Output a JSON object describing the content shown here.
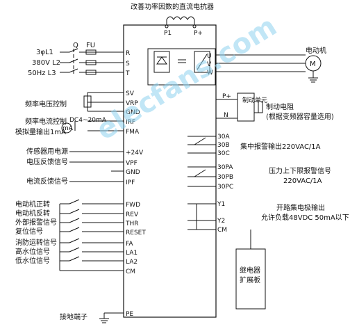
{
  "title": "改善功率因数的直流电抗器",
  "dc_terminals": [
    "P1",
    "P+"
  ],
  "supply": {
    "lines": [
      "3φL1",
      "380V L2",
      "50Hz L3"
    ],
    "switch_label": "Q",
    "fuse_label": "FU"
  },
  "motor": {
    "label": "电动机",
    "symbol": "M"
  },
  "inverter": {
    "power_inputs": [
      "R",
      "S",
      "T"
    ],
    "power_outputs": [
      "U",
      "V",
      "W"
    ],
    "brake_terminals": [
      "P+",
      "N"
    ],
    "analog_terminals": [
      "SV",
      "VRP",
      "GND",
      "IRF",
      "FMA",
      "+24V",
      "VPF",
      "GND",
      "IPF"
    ],
    "digital_inputs": [
      "FWD",
      "REV",
      "THR",
      "RESET",
      "FA",
      "LA1",
      "LA2",
      "CM"
    ],
    "ground_terminal": "PE",
    "relay_terminals_1": [
      "30A",
      "30B",
      "30C"
    ],
    "relay_terminals_2": [
      "30PA",
      "30PB",
      "30PC"
    ],
    "oc_terminals": [
      "Y1",
      "Y2",
      "CM"
    ]
  },
  "left_labels": {
    "freq_pot": "频率电压控制",
    "freq_current": "频率电流控制",
    "analog_out": "模拟量输出1mA",
    "current_source": "DC4~20mA",
    "meter": "mA",
    "sensor_power": "传感器用电源",
    "voltage_feedback": "电压反馈信号",
    "current_feedback": "电流反馈信号",
    "inputs": [
      "电动机正转",
      "电动机反转",
      "外部报警信号",
      "复位信号",
      "消防运转信号",
      "高水位信号",
      "低水位信号"
    ],
    "ground": "接地端子"
  },
  "right_labels": {
    "brake_unit": "制动单元",
    "brake_resistor": "制动电阻",
    "brake_note": "(根据变频器容量选用)",
    "alarm_out": "集中报警输出220VAC/1A",
    "pressure_alarm_1": "压力上下限报警信号",
    "pressure_alarm_2": "220VAC/1A",
    "oc_out_1": "开路集电极输出",
    "oc_out_2": "允许负载48VDC 50mA以下",
    "relay_board_1": "继电器",
    "relay_board_2": "扩展板"
  },
  "watermark": "elecfans.com"
}
